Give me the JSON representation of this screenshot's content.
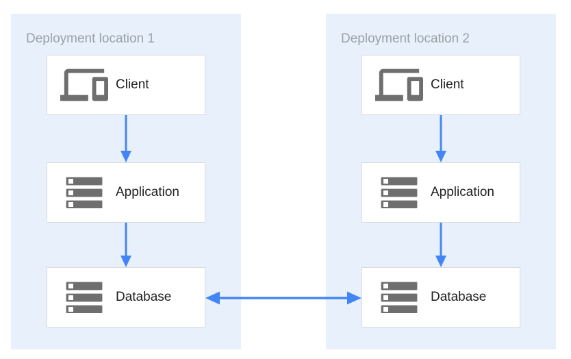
{
  "diagram": {
    "panels": [
      {
        "title": "Deployment location 1",
        "nodes": [
          {
            "label": "Client",
            "icon": "devices-icon"
          },
          {
            "label": "Application",
            "icon": "server-stack-icon"
          },
          {
            "label": "Database",
            "icon": "server-stack-icon"
          }
        ]
      },
      {
        "title": "Deployment location 2",
        "nodes": [
          {
            "label": "Client",
            "icon": "devices-icon"
          },
          {
            "label": "Application",
            "icon": "server-stack-icon"
          },
          {
            "label": "Database",
            "icon": "server-stack-icon"
          }
        ]
      }
    ],
    "connections": [
      {
        "from": "client-1",
        "to": "application-1",
        "direction": "down"
      },
      {
        "from": "application-1",
        "to": "database-1",
        "direction": "down"
      },
      {
        "from": "client-2",
        "to": "application-2",
        "direction": "down"
      },
      {
        "from": "application-2",
        "to": "database-2",
        "direction": "down"
      },
      {
        "from": "database-1",
        "to": "database-2",
        "direction": "bidirectional"
      }
    ],
    "colors": {
      "panel_background": "#e8f1fb",
      "arrow": "#4285f4",
      "icon": "#6e6e6e",
      "icon_dot": "#ffffff",
      "node_border": "#d8dadd",
      "title_text": "#9aa0a6",
      "label_text": "#212121"
    }
  }
}
